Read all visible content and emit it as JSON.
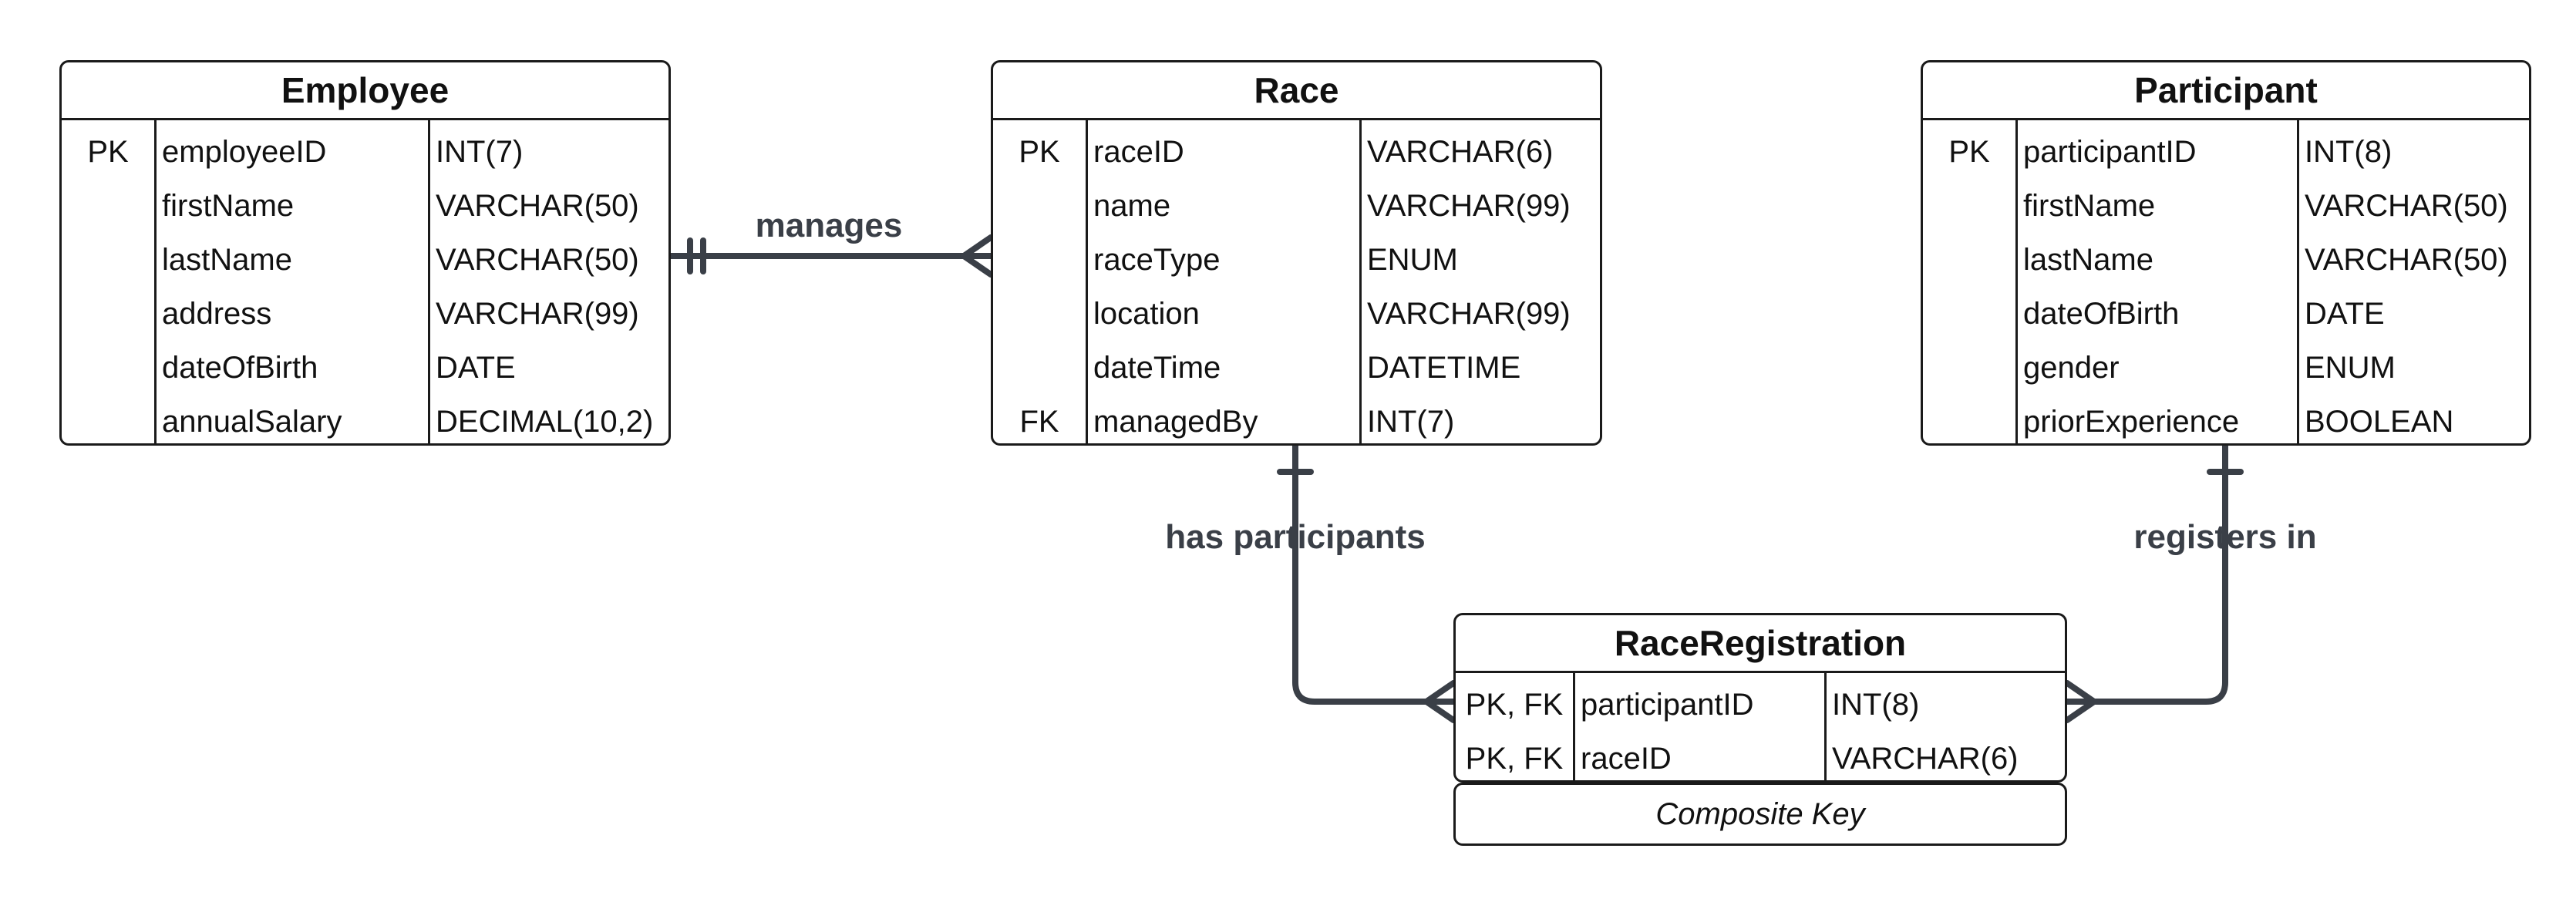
{
  "entities": {
    "employee": {
      "title": "Employee",
      "rows": [
        {
          "key": "PK",
          "name": "employeeID",
          "type": "INT(7)"
        },
        {
          "key": "",
          "name": "firstName",
          "type": "VARCHAR(50)"
        },
        {
          "key": "",
          "name": "lastName",
          "type": "VARCHAR(50)"
        },
        {
          "key": "",
          "name": "address",
          "type": "VARCHAR(99)"
        },
        {
          "key": "",
          "name": "dateOfBirth",
          "type": "DATE"
        },
        {
          "key": "",
          "name": "annualSalary",
          "type": "DECIMAL(10,2)"
        }
      ]
    },
    "race": {
      "title": "Race",
      "rows": [
        {
          "key": "PK",
          "name": "raceID",
          "type": "VARCHAR(6)"
        },
        {
          "key": "",
          "name": "name",
          "type": "VARCHAR(99)"
        },
        {
          "key": "",
          "name": "raceType",
          "type": "ENUM"
        },
        {
          "key": "",
          "name": "location",
          "type": "VARCHAR(99)"
        },
        {
          "key": "",
          "name": "dateTime",
          "type": "DATETIME"
        },
        {
          "key": "FK",
          "name": "managedBy",
          "type": "INT(7)"
        }
      ]
    },
    "participant": {
      "title": "Participant",
      "rows": [
        {
          "key": "PK",
          "name": "participantID",
          "type": "INT(8)"
        },
        {
          "key": "",
          "name": "firstName",
          "type": "VARCHAR(50)"
        },
        {
          "key": "",
          "name": "lastName",
          "type": "VARCHAR(50)"
        },
        {
          "key": "",
          "name": "dateOfBirth",
          "type": "DATE"
        },
        {
          "key": "",
          "name": "gender",
          "type": "ENUM"
        },
        {
          "key": "",
          "name": "priorExperience",
          "type": "BOOLEAN"
        }
      ]
    },
    "raceRegistration": {
      "title": "RaceRegistration",
      "rows": [
        {
          "key": "PK, FK",
          "name": "participantID",
          "type": "INT(8)"
        },
        {
          "key": "PK, FK",
          "name": "raceID",
          "type": "VARCHAR(6)"
        }
      ],
      "note": "Composite Key"
    }
  },
  "relationships": [
    {
      "label": "manages",
      "from": "employee",
      "to": "race",
      "from_cardinality": "exactly-one",
      "to_cardinality": "many"
    },
    {
      "label": "has participants",
      "from": "race",
      "to": "raceRegistration",
      "from_cardinality": "one",
      "to_cardinality": "many"
    },
    {
      "label": "registers in",
      "from": "participant",
      "to": "raceRegistration",
      "from_cardinality": "one",
      "to_cardinality": "many"
    }
  ],
  "colors": {
    "connector": "#3a3f47",
    "border": "#1a1a1a"
  }
}
